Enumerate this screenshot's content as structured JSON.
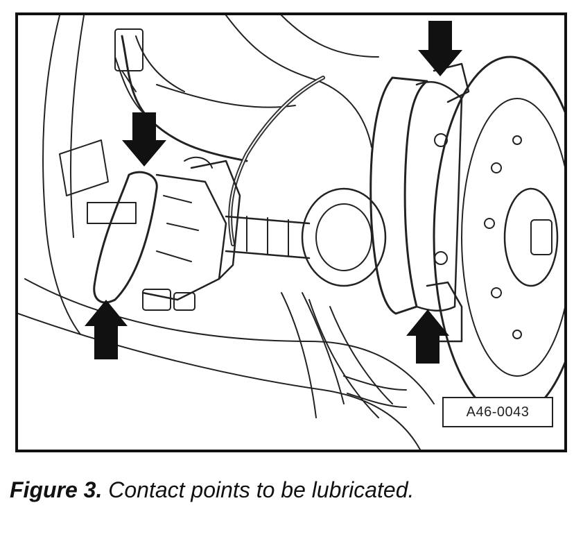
{
  "figure": {
    "reference_code": "A46-0043",
    "illustration_icon": "brake-caliper-line-drawing"
  },
  "caption": {
    "label": "Figure 3.",
    "text": " Contact points to be lubricated."
  }
}
